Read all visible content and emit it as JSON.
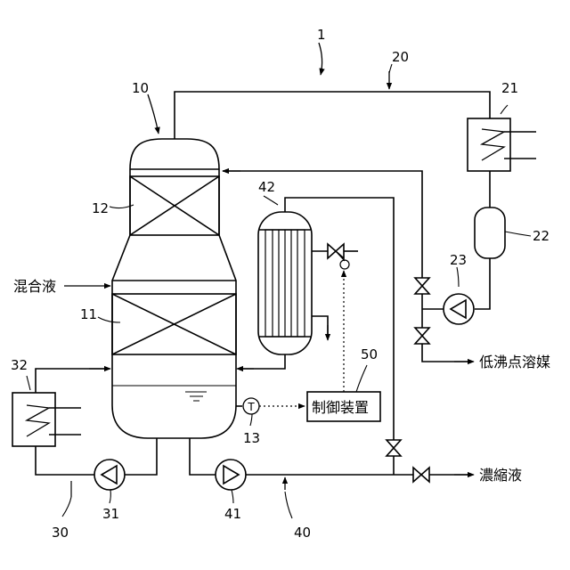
{
  "labels": {
    "n1": "1",
    "n10": "10",
    "n11": "11",
    "n12": "12",
    "n13": "13",
    "n20": "20",
    "n21": "21",
    "n22": "22",
    "n23": "23",
    "n30": "30",
    "n31": "31",
    "n32": "32",
    "n40": "40",
    "n41": "41",
    "n42": "42",
    "n50": "50",
    "mixed_liquid": "混合液",
    "low_boiling_solvent": "低沸点溶媒",
    "concentrate": "濃縮液",
    "control_device": "制御装置",
    "temp_sensor_symbol": "T"
  }
}
